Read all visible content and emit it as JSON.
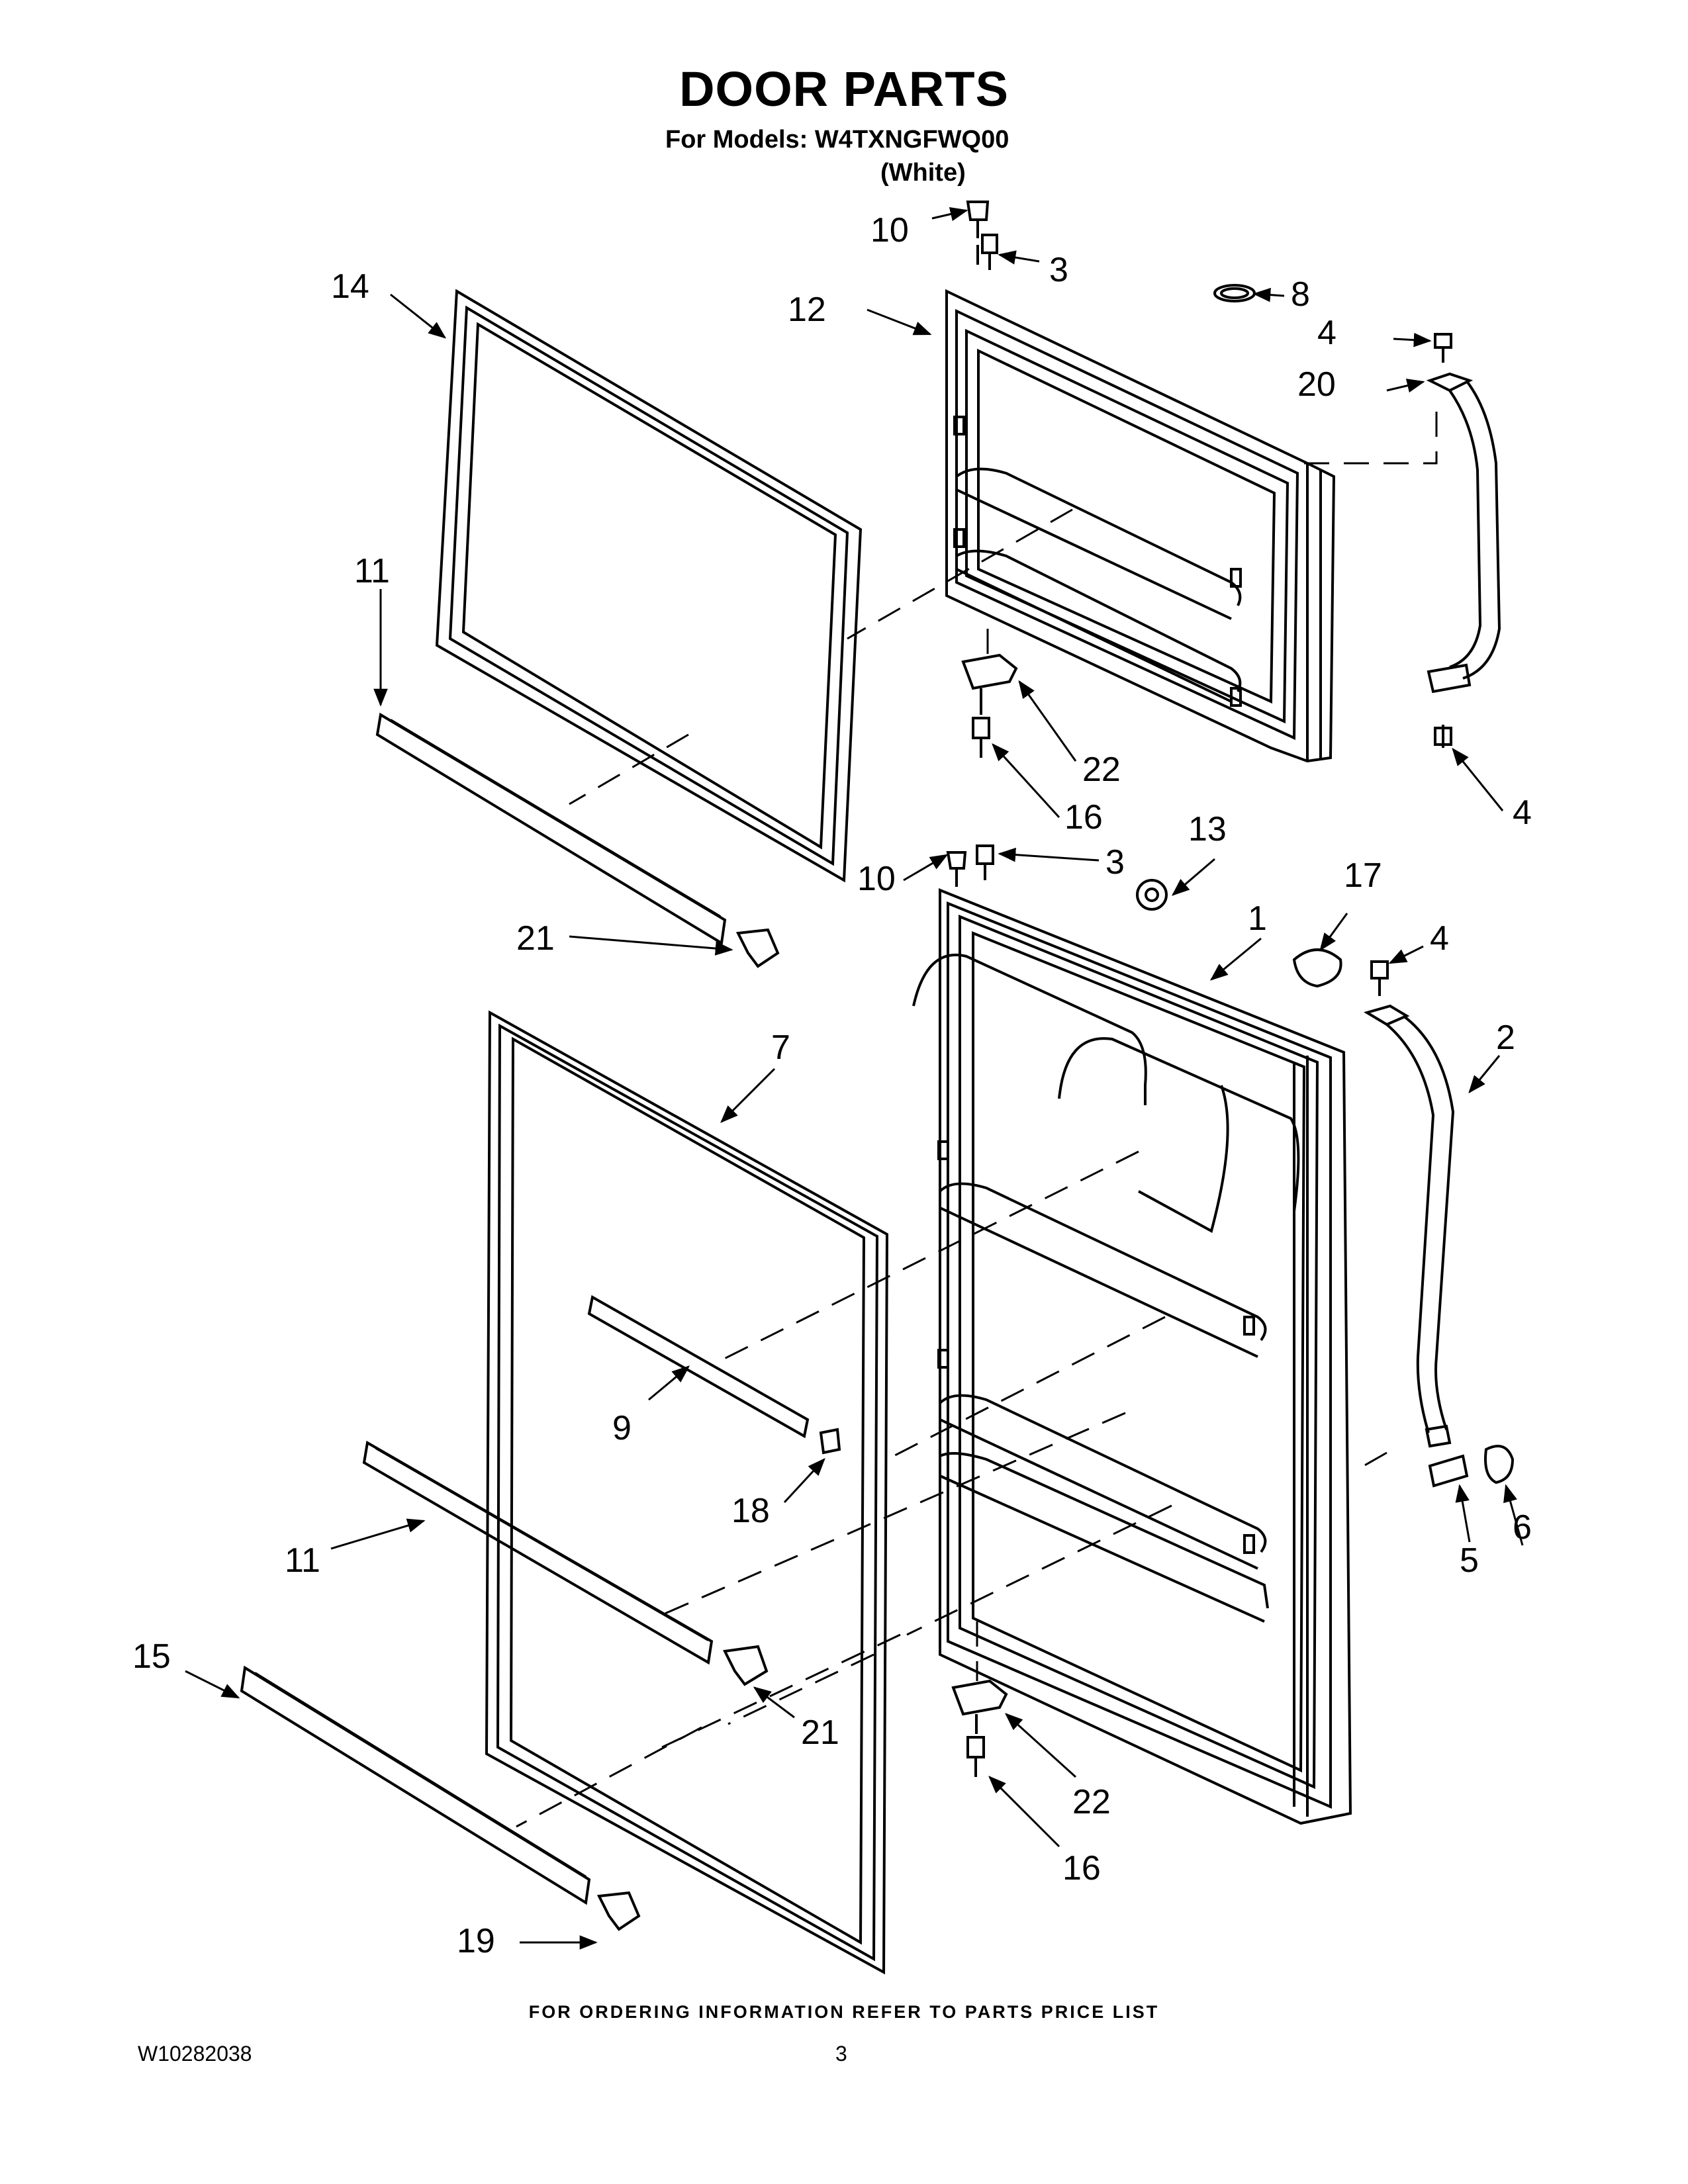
{
  "header": {
    "title": "DOOR PARTS",
    "models_line": "For Models: W4TXNGFWQ00",
    "variant": "(White)"
  },
  "footer": {
    "ordering_note": "FOR ORDERING INFORMATION REFER TO PARTS PRICE LIST",
    "document_number": "W10282038",
    "page_number": "3"
  },
  "callouts": {
    "c1": "1",
    "c2": "2",
    "c3a": "3",
    "c3b": "3",
    "c4a": "4",
    "c4b": "4",
    "c4c": "4",
    "c5": "5",
    "c6": "6",
    "c7": "7",
    "c8": "8",
    "c9": "9",
    "c10a": "10",
    "c10b": "10",
    "c11a": "11",
    "c11b": "11",
    "c12": "12",
    "c13": "13",
    "c14": "14",
    "c15": "15",
    "c16a": "16",
    "c16b": "16",
    "c17": "17",
    "c18": "18",
    "c19": "19",
    "c20": "20",
    "c21a": "21",
    "c21b": "21",
    "c22a": "22",
    "c22b": "22"
  }
}
